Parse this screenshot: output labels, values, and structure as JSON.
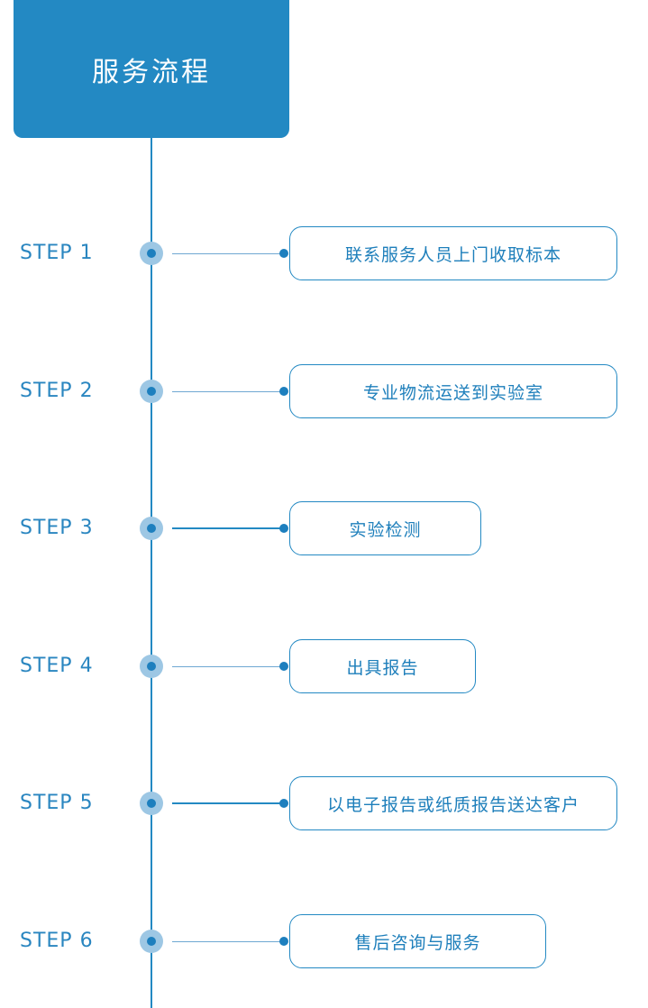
{
  "header": {
    "title": "服务流程"
  },
  "colors": {
    "accent": "#2389c3",
    "node_halo": "#9dc7e4",
    "text": "#2a86c0"
  },
  "steps": [
    {
      "label": "STEP 1",
      "text": "联系服务人员上门收取标本"
    },
    {
      "label": "STEP 2",
      "text": "专业物流运送到实验室"
    },
    {
      "label": "STEP 3",
      "text": "实验检测"
    },
    {
      "label": "STEP 4",
      "text": "出具报告"
    },
    {
      "label": "STEP 5",
      "text": "以电子报告或纸质报告送达客户"
    },
    {
      "label": "STEP 6",
      "text": "售后咨询与服务"
    }
  ]
}
